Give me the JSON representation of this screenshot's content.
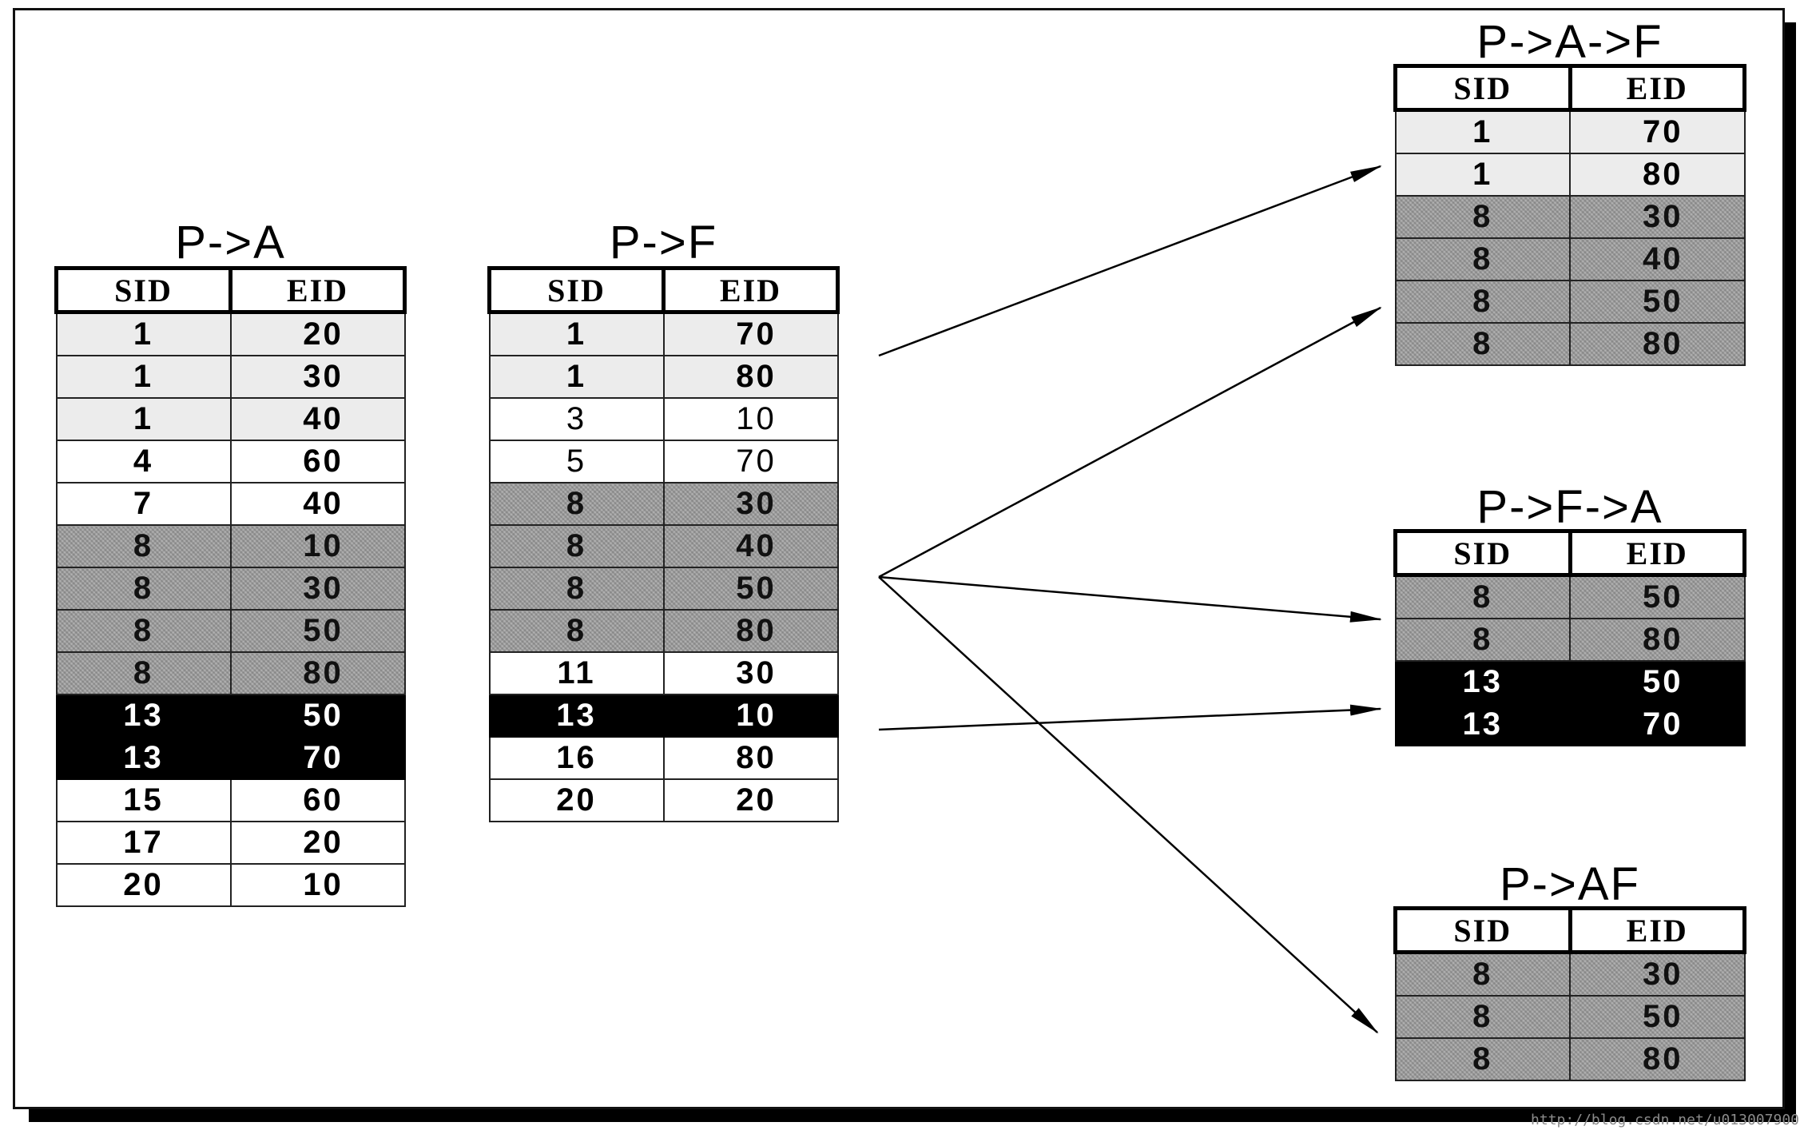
{
  "headers": [
    "SID",
    "EID"
  ],
  "tables": [
    {
      "id": "pa",
      "title": "P->A",
      "rows": [
        {
          "sid": "1",
          "eid": "20",
          "shade": "light"
        },
        {
          "sid": "1",
          "eid": "30",
          "shade": "light"
        },
        {
          "sid": "1",
          "eid": "40",
          "shade": "light"
        },
        {
          "sid": "4",
          "eid": "60",
          "shade": "white"
        },
        {
          "sid": "7",
          "eid": "40",
          "shade": "white"
        },
        {
          "sid": "8",
          "eid": "10",
          "shade": "gray"
        },
        {
          "sid": "8",
          "eid": "30",
          "shade": "gray"
        },
        {
          "sid": "8",
          "eid": "50",
          "shade": "gray"
        },
        {
          "sid": "8",
          "eid": "80",
          "shade": "gray"
        },
        {
          "sid": "13",
          "eid": "50",
          "shade": "black"
        },
        {
          "sid": "13",
          "eid": "70",
          "shade": "black"
        },
        {
          "sid": "15",
          "eid": "60",
          "shade": "white"
        },
        {
          "sid": "17",
          "eid": "20",
          "shade": "white"
        },
        {
          "sid": "20",
          "eid": "10",
          "shade": "white"
        }
      ]
    },
    {
      "id": "pf",
      "title": "P->F",
      "rows": [
        {
          "sid": "1",
          "eid": "70",
          "shade": "light"
        },
        {
          "sid": "1",
          "eid": "80",
          "shade": "light"
        },
        {
          "sid": "3",
          "eid": "10",
          "shade": "white"
        },
        {
          "sid": "5",
          "eid": "70",
          "shade": "white"
        },
        {
          "sid": "8",
          "eid": "30",
          "shade": "gray"
        },
        {
          "sid": "8",
          "eid": "40",
          "shade": "gray"
        },
        {
          "sid": "8",
          "eid": "50",
          "shade": "gray"
        },
        {
          "sid": "8",
          "eid": "80",
          "shade": "gray"
        },
        {
          "sid": "11",
          "eid": "30",
          "shade": "white"
        },
        {
          "sid": "13",
          "eid": "10",
          "shade": "black"
        },
        {
          "sid": "16",
          "eid": "80",
          "shade": "white"
        },
        {
          "sid": "20",
          "eid": "20",
          "shade": "white"
        }
      ]
    },
    {
      "id": "paf",
      "title": "P->A->F",
      "rows": [
        {
          "sid": "1",
          "eid": "70",
          "shade": "light"
        },
        {
          "sid": "1",
          "eid": "80",
          "shade": "light"
        },
        {
          "sid": "8",
          "eid": "30",
          "shade": "gray"
        },
        {
          "sid": "8",
          "eid": "40",
          "shade": "gray"
        },
        {
          "sid": "8",
          "eid": "50",
          "shade": "gray"
        },
        {
          "sid": "8",
          "eid": "80",
          "shade": "gray"
        }
      ]
    },
    {
      "id": "pfa",
      "title": "P->F->A",
      "rows": [
        {
          "sid": "8",
          "eid": "50",
          "shade": "gray"
        },
        {
          "sid": "8",
          "eid": "80",
          "shade": "gray"
        },
        {
          "sid": "13",
          "eid": "50",
          "shade": "black"
        },
        {
          "sid": "13",
          "eid": "70",
          "shade": "black"
        }
      ]
    },
    {
      "id": "paf2",
      "title": "P->AF",
      "rows": [
        {
          "sid": "8",
          "eid": "30",
          "shade": "gray"
        },
        {
          "sid": "8",
          "eid": "50",
          "shade": "gray"
        },
        {
          "sid": "8",
          "eid": "80",
          "shade": "gray"
        }
      ]
    }
  ],
  "watermark": "http://blog.csdn.net/u013007900"
}
